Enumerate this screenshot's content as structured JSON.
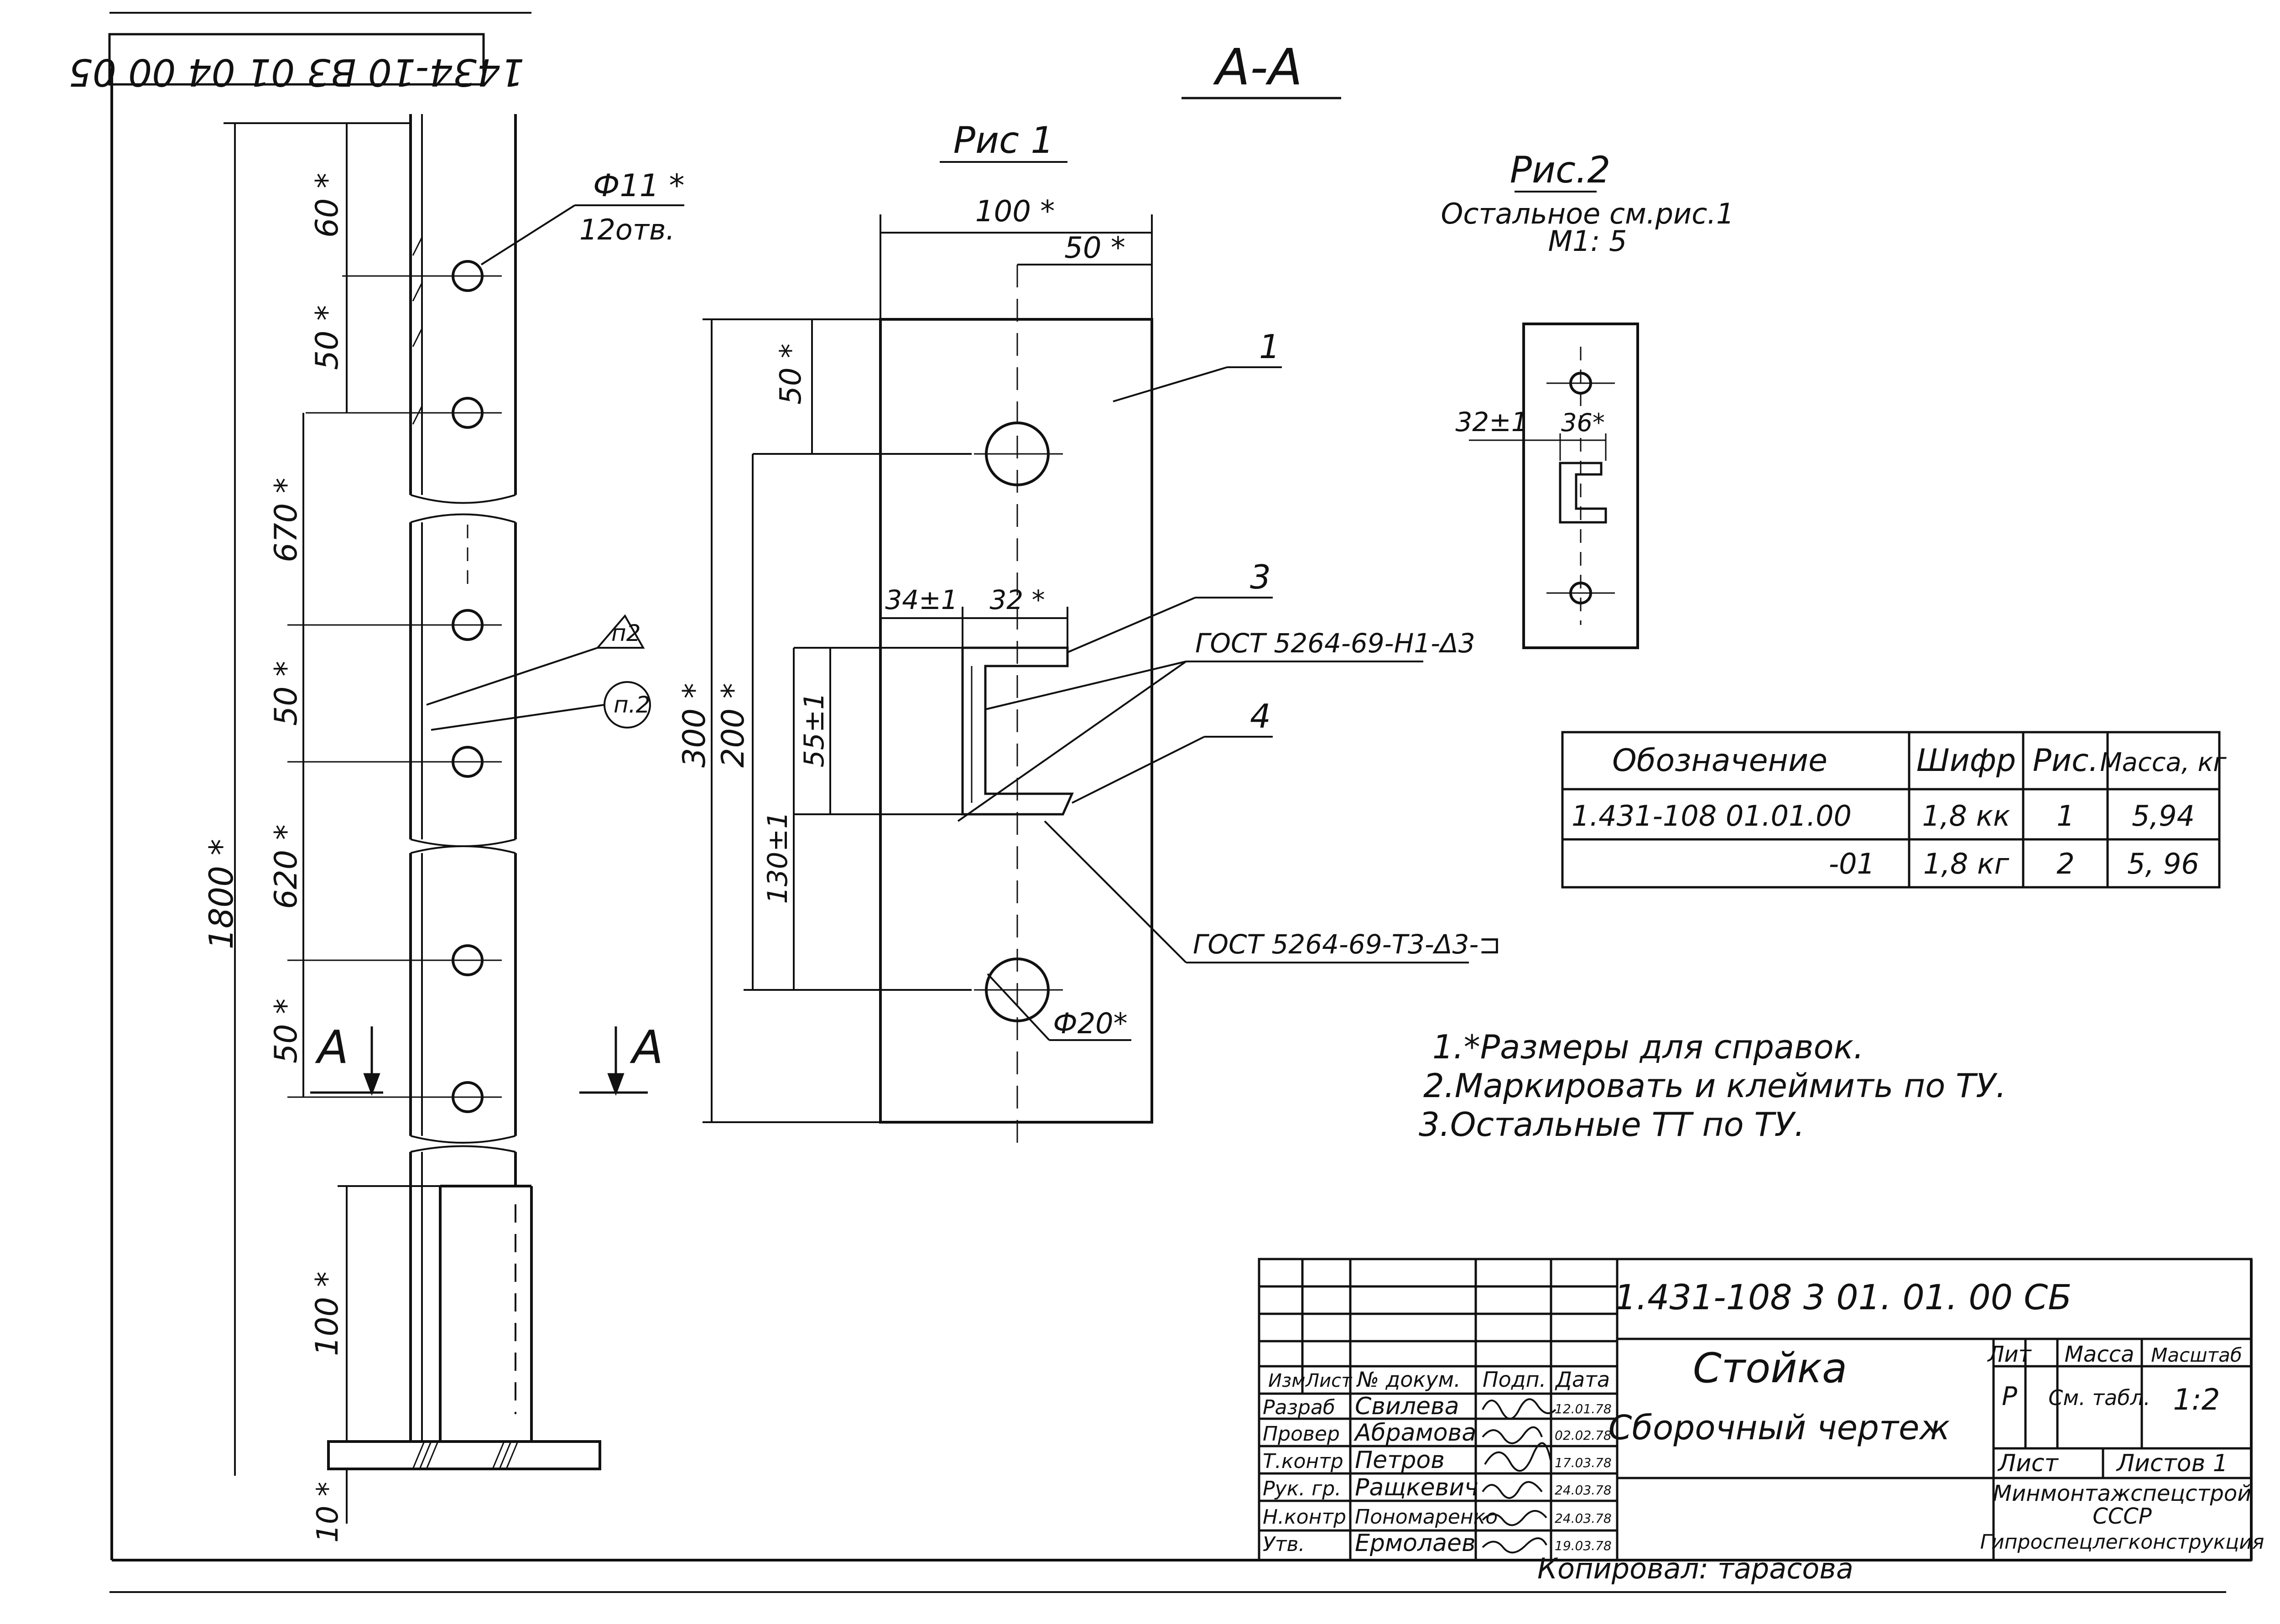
{
  "drawing": {
    "archive_stamp": "1434-10 В3 01 04 00 05",
    "section_title": "А-А",
    "section_marker": "А",
    "copied_by": "Копировал: тарасова"
  },
  "view_main": {
    "dims": {
      "overall": "1800 *",
      "top_60": "60 *",
      "s50_a": "50 *",
      "s670": "670 *",
      "s50_b": "50 *",
      "s620": "620 *",
      "s50_c": "50 *",
      "s100": "100 *",
      "s10": "10 *"
    },
    "hole_label": "Ф11 *",
    "hole_count": "12отв.",
    "note_tri": "п2",
    "note_circle": "п.2"
  },
  "fig1": {
    "title": "Рис 1",
    "dims": {
      "width_100": "100 *",
      "half_50": "50 *",
      "h300": "300 *",
      "h200": "200 *",
      "h50": "50 *",
      "h130": "130±1",
      "h55": "55±1",
      "w34": "34±1",
      "w32": "32 *",
      "dia20": "Ф20*"
    },
    "callouts": [
      "1",
      "3",
      "4"
    ],
    "weld_1": "ГОСТ 5264-69-Н1-Δ3",
    "weld_2": "ГОСТ 5264-69-Т3-Δ3-⊐"
  },
  "fig2": {
    "title": "Рис.2",
    "subtitle": "Остальное см.рис.1",
    "scale": "М1: 5",
    "dim_32": "32±1",
    "dim_36": "36*"
  },
  "spec_table": {
    "headers": [
      "Обозначение",
      "Шифр",
      "Рис.",
      "Масса, кг"
    ],
    "rows": [
      [
        "1.431-108 01.01.00",
        "1,8 кк",
        "1",
        "5,94"
      ],
      [
        "-01",
        "1,8 кг",
        "2",
        "5, 96"
      ]
    ]
  },
  "notes": [
    "1.*Размеры для справок.",
    "2.Маркировать и клеймить по ТУ.",
    "3.Остальные ТТ по ТУ."
  ],
  "title_block": {
    "designation": "1.431-108 3 01. 01. 00 СБ",
    "name": "Стойка",
    "doc_type": "Сборочный чертеж",
    "headers": [
      "Изм",
      "Лист",
      "№ докум.",
      "Подп.",
      "Дата"
    ],
    "people": [
      {
        "role": "Разраб",
        "name": "Свилева",
        "date": "12.01.78"
      },
      {
        "role": "Провер",
        "name": "Абрамова",
        "date": "02.02.78"
      },
      {
        "role": "Т.контр",
        "name": "Петров",
        "date": "17.03.78"
      },
      {
        "role": "Рук. гр.",
        "name": "Ращкевич",
        "date": "24.03.78"
      },
      {
        "role": "Н.контр",
        "name": "Пономаренко",
        "date": "24.03.78"
      },
      {
        "role": "Утв.",
        "name": "Ермолаев",
        "date": "19.03.78"
      }
    ],
    "lit_label": "Лит",
    "mass_label": "Масса",
    "scale_label": "Масштаб",
    "lit_value": "Р",
    "mass_value": "См. табл.",
    "scale_value": "1:2",
    "sheet_label": "Лист",
    "sheets_label": "Листов 1",
    "org_1": "Минмонтажспецстрой",
    "org_2": "СССР",
    "org_3": "Гипроспецлегконструкция"
  }
}
